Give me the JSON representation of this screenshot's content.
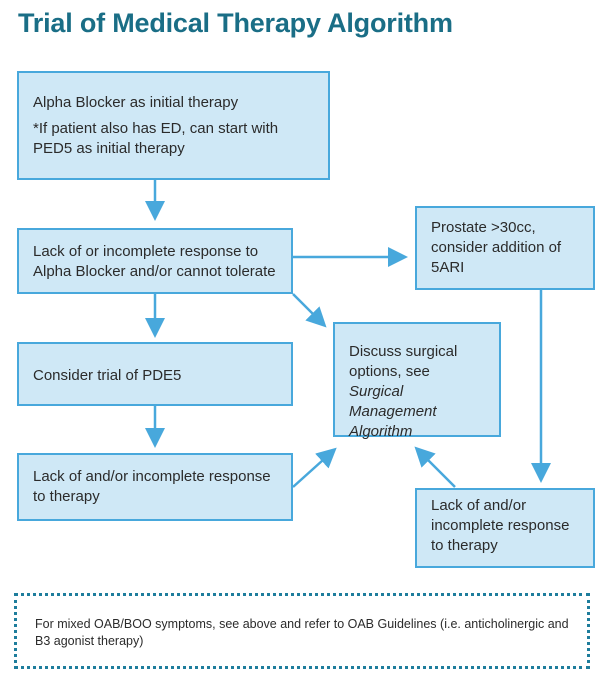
{
  "title": "Trial of Medical Therapy Algorithm",
  "colors": {
    "title": "#1a6e86",
    "box_fill": "#cfe8f6",
    "box_border": "#48a8dc",
    "arrow": "#48a8dc",
    "note_border": "#1e7d9c"
  },
  "nodes": {
    "alpha_blocker": {
      "line1": "Alpha Blocker as initial therapy",
      "line2": "*If patient also has ED, can start with PED5 as initial therapy"
    },
    "incomplete_alpha": {
      "text": "Lack of or incomplete response to Alpha Blocker and/or cannot tolerate"
    },
    "prostate": {
      "text": "Prostate >30cc, consider addition of 5ARI"
    },
    "trial_pde5": {
      "text": "Consider trial of PDE5"
    },
    "surgical": {
      "text_before": "Discuss surgical options, see ",
      "text_italic": "Surgical Management Algorithm"
    },
    "incomplete_pde5": {
      "text": "Lack of and/or incomplete response to therapy"
    },
    "incomplete_5ari": {
      "text": "Lack of and/or incomplete response to therapy"
    }
  },
  "note": {
    "text": "For mixed OAB/BOO symptoms, see above and refer to OAB Guidelines (i.e. anticholinergic and B3 agonist therapy)"
  }
}
